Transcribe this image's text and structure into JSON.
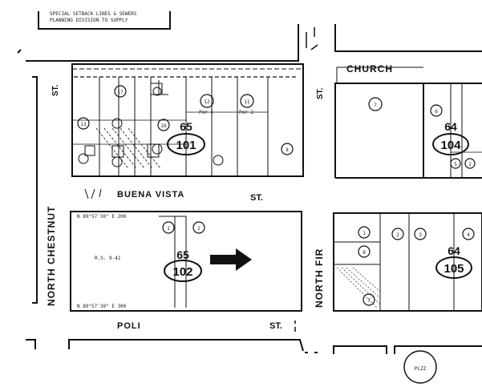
{
  "header_note": {
    "line1": "SPECIAL SETBACK LINES & SEWERS",
    "line2": "PLANNING DIVISION TO SUPPLY"
  },
  "streets": {
    "north_chestnut": "NORTH CHESTNUT",
    "buena_vista": "BUENA VISTA",
    "buena_vista_suffix": "ST.",
    "poli": "POLI",
    "poli_suffix": "ST.",
    "church": "CHURCH",
    "north_fir": "NORTH FIR",
    "st_upper_left": "ST.",
    "st_upper_mid": "ST."
  },
  "blocks": [
    {
      "book": "65",
      "page": "101"
    },
    {
      "book": "64",
      "page": "104"
    },
    {
      "book": "65",
      "page": "102"
    },
    {
      "book": "64",
      "page": "105"
    }
  ],
  "parcels": {
    "block101": [
      "13",
      "17",
      "16",
      "12",
      "11",
      "8"
    ],
    "block104": [
      "7",
      "6",
      "5",
      "2"
    ],
    "block102": [
      "1",
      "2"
    ],
    "block105": [
      "1",
      "2",
      "3",
      "4",
      "8",
      "7"
    ]
  },
  "annotations": {
    "rs": "R.S. 9-41",
    "por1": "Por 1",
    "por2": "Por 2",
    "corner": "PLZZ",
    "dim_bottom": "N 89°57'30\" E 300",
    "dim_top": "N 89°57'30\" E 200"
  }
}
